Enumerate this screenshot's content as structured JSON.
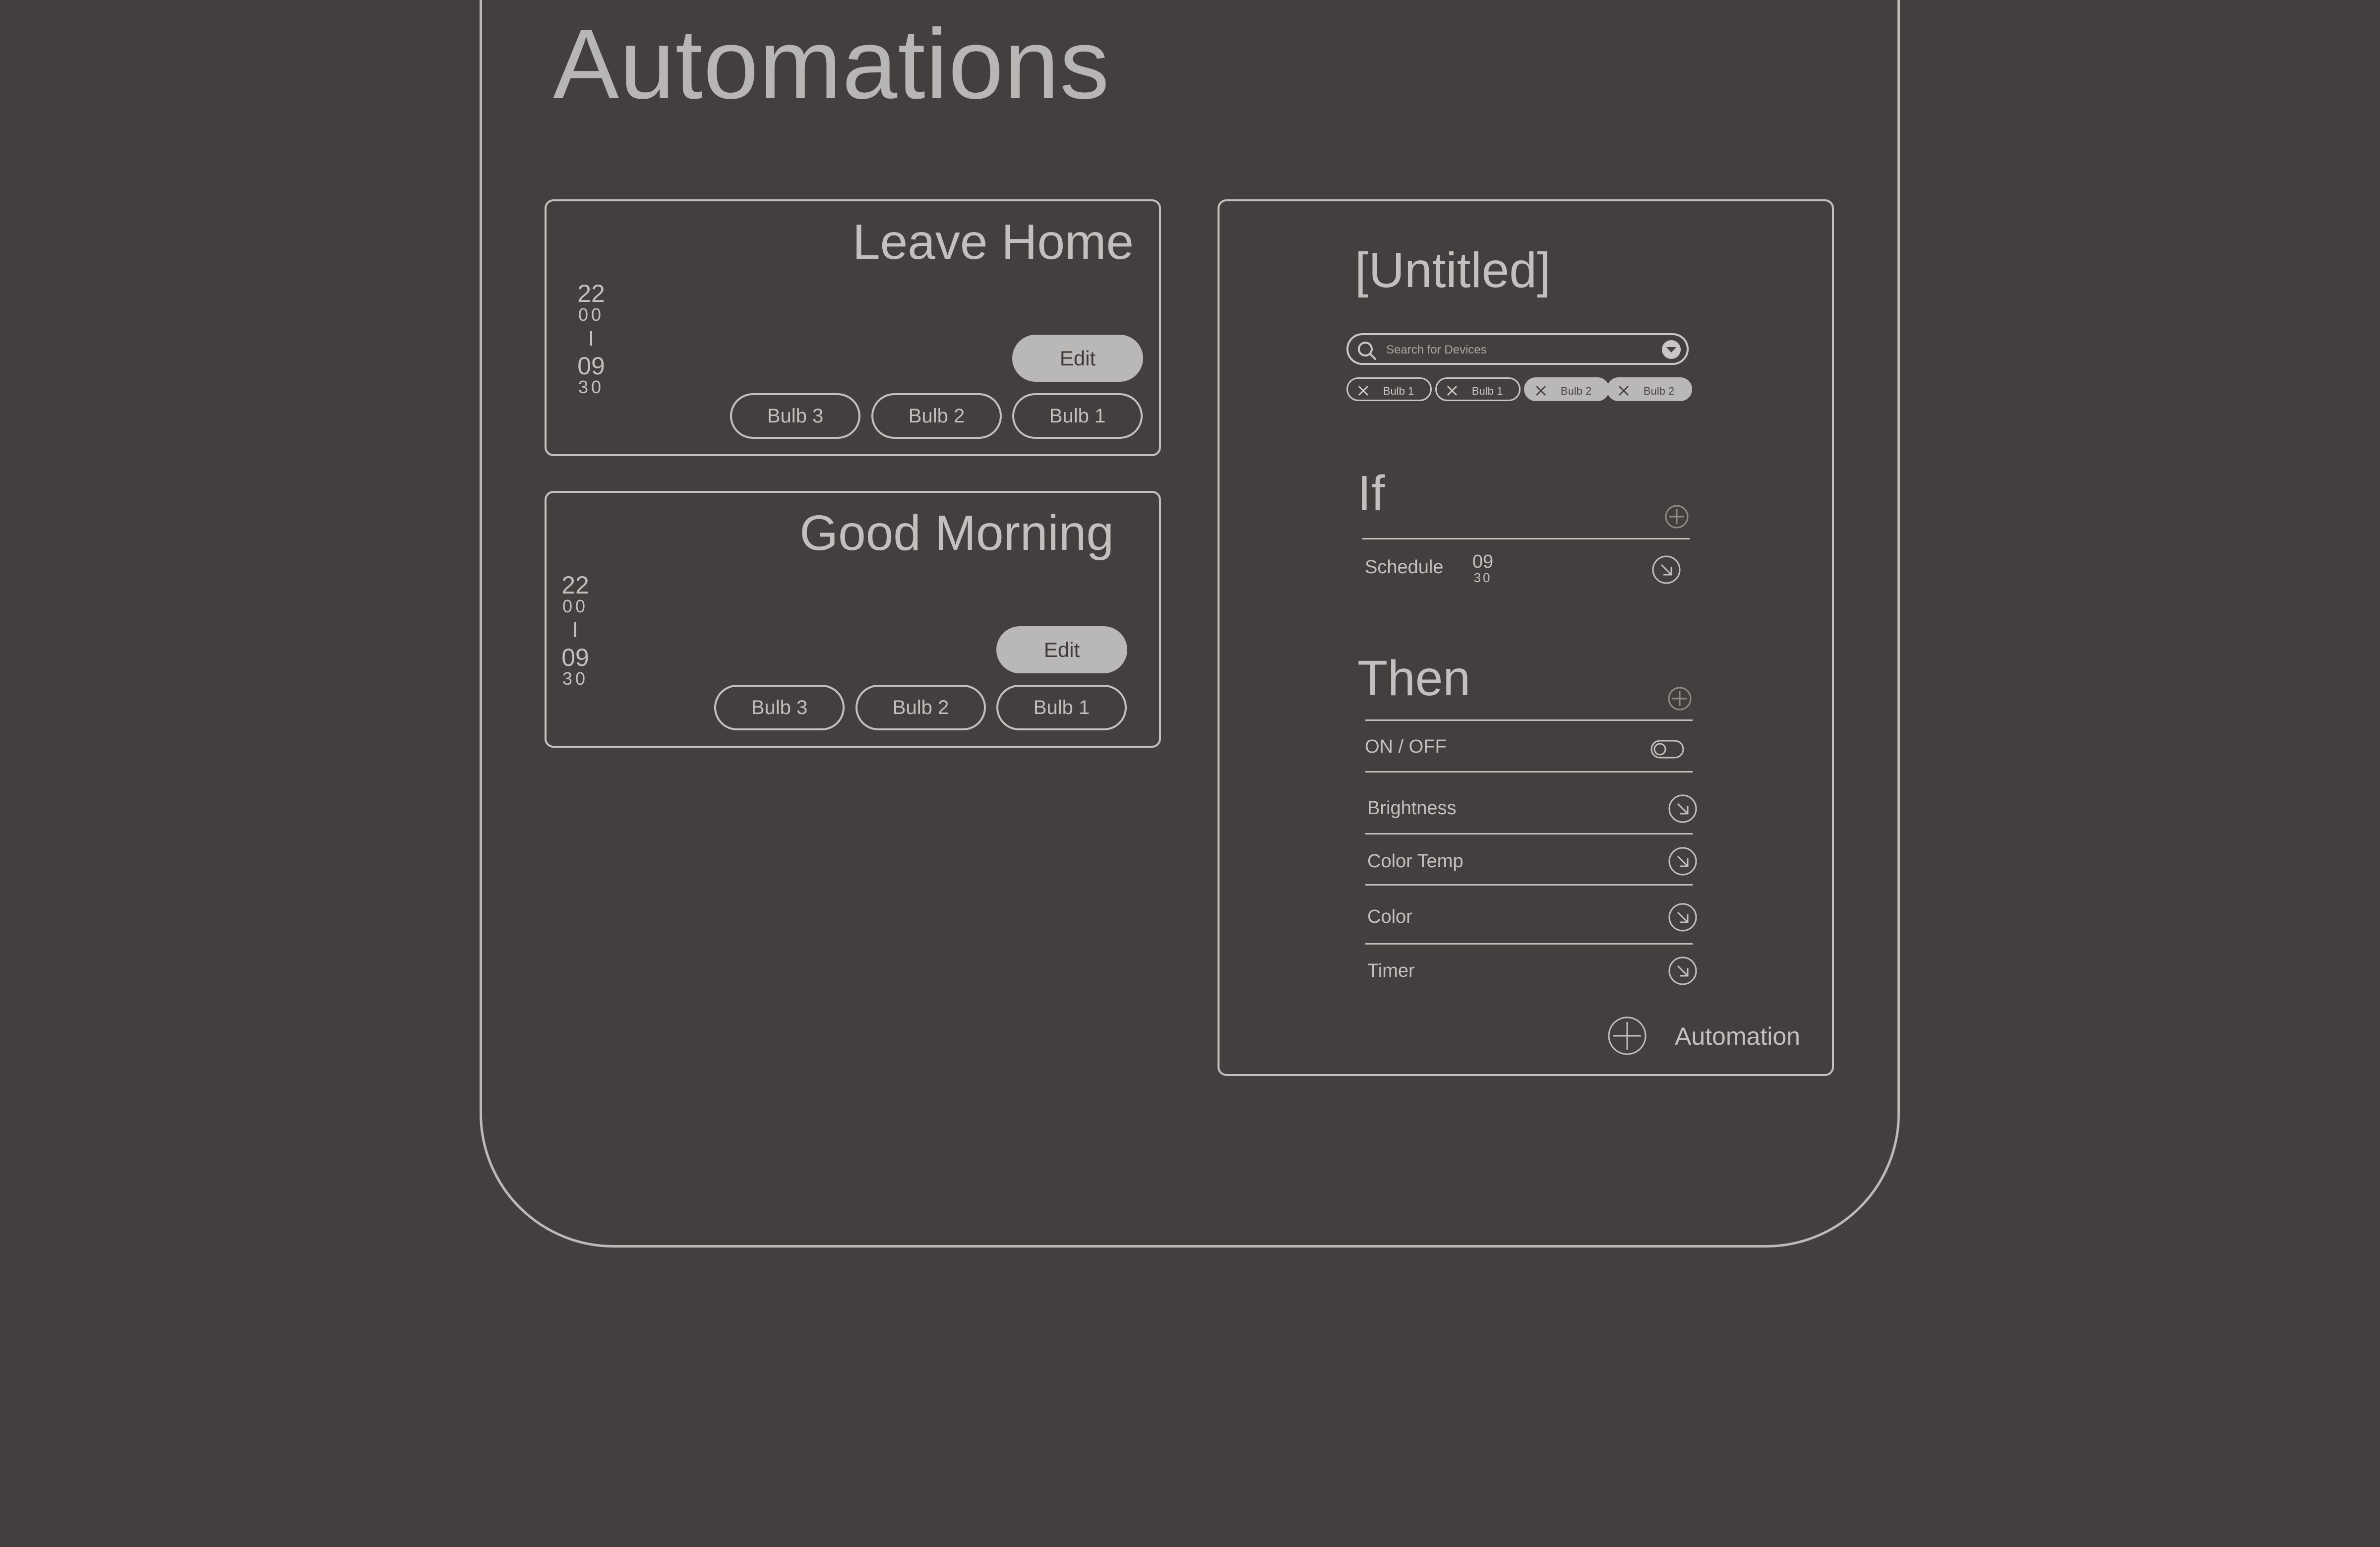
{
  "page": {
    "title": "Automations"
  },
  "automations": [
    {
      "name": "Leave Home",
      "start": {
        "hour": "22",
        "minute": "00"
      },
      "end": {
        "hour": "09",
        "minute": "30"
      },
      "edit_label": "Edit",
      "devices": [
        "Bulb 3",
        "Bulb 2",
        "Bulb 1"
      ]
    },
    {
      "name": "Good Morning",
      "start": {
        "hour": "22",
        "minute": "00"
      },
      "end": {
        "hour": "09",
        "minute": "30"
      },
      "edit_label": "Edit",
      "devices": [
        "Bulb 3",
        "Bulb 2",
        "Bulb 1"
      ]
    }
  ],
  "editor": {
    "title": "[Untitled]",
    "search": {
      "placeholder": "Search for Devices"
    },
    "chips": [
      {
        "label": "Bulb 1",
        "selected": false
      },
      {
        "label": "Bulb 1",
        "selected": false
      },
      {
        "label": "Bulb 2",
        "selected": true
      },
      {
        "label": "Bulb 2",
        "selected": true
      }
    ],
    "if_section": {
      "title": "If",
      "schedule_label": "Schedule",
      "schedule_time": {
        "hour": "09",
        "minute": "30"
      }
    },
    "then_section": {
      "title": "Then",
      "rows": [
        "ON / OFF",
        "Brightness",
        "Color Temp",
        "Color",
        "Timer"
      ]
    },
    "add_automation_label": "Automation"
  },
  "icons": {
    "search": "search-icon",
    "dropdown": "chevron-down-circle-icon",
    "remove": "close-icon",
    "add": "plus-circle-icon",
    "open": "arrow-down-right-circle-icon",
    "toggle": "toggle-switch-icon"
  },
  "colors": {
    "background": "#433f3e",
    "stroke": "#c2c0be",
    "button_fill": "#b9b8b7"
  }
}
